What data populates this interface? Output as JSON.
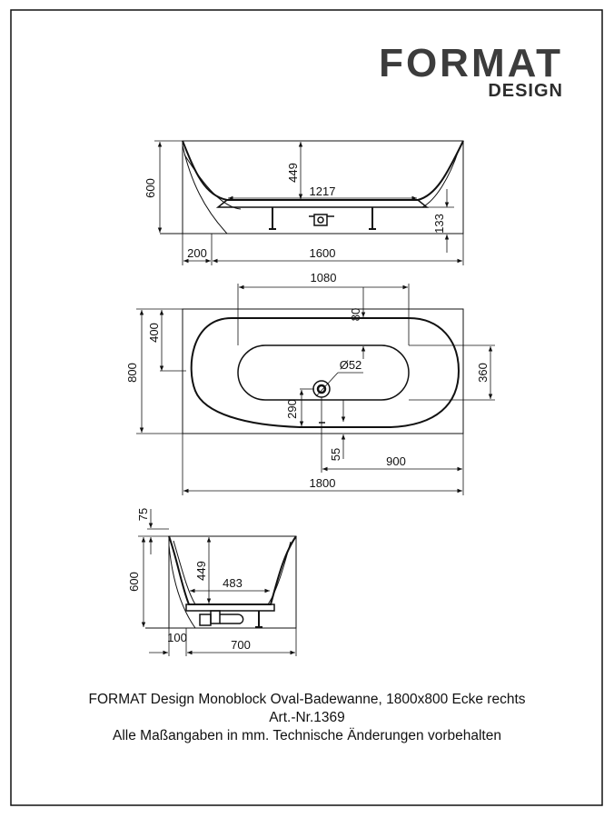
{
  "brand": {
    "name": "FORMAT",
    "tagline": "DESIGN"
  },
  "side_view": {
    "height": "600",
    "depth": "449",
    "inner_length": "1217",
    "leg_height": "133",
    "offset": "200",
    "length": "1600"
  },
  "top_view": {
    "inner_length": "1080",
    "margin_top": "80",
    "half_width": "400",
    "width": "800",
    "drain_diameter": "Ø52",
    "drain_from_front": "290",
    "inner_width": "360",
    "overflow_offset": "55",
    "drain_from_right": "900",
    "length": "1800"
  },
  "end_view": {
    "rim": "75",
    "height": "600",
    "depth": "449",
    "inner_width": "483",
    "offset": "100",
    "width": "700"
  },
  "caption": {
    "line1": "FORMAT Design Monoblock Oval-Badewanne, 1800x800 Ecke rechts",
    "line2": "Art.-Nr.1369",
    "line3": "Alle Maßangaben in mm. Technische Änderungen vorbehalten"
  }
}
